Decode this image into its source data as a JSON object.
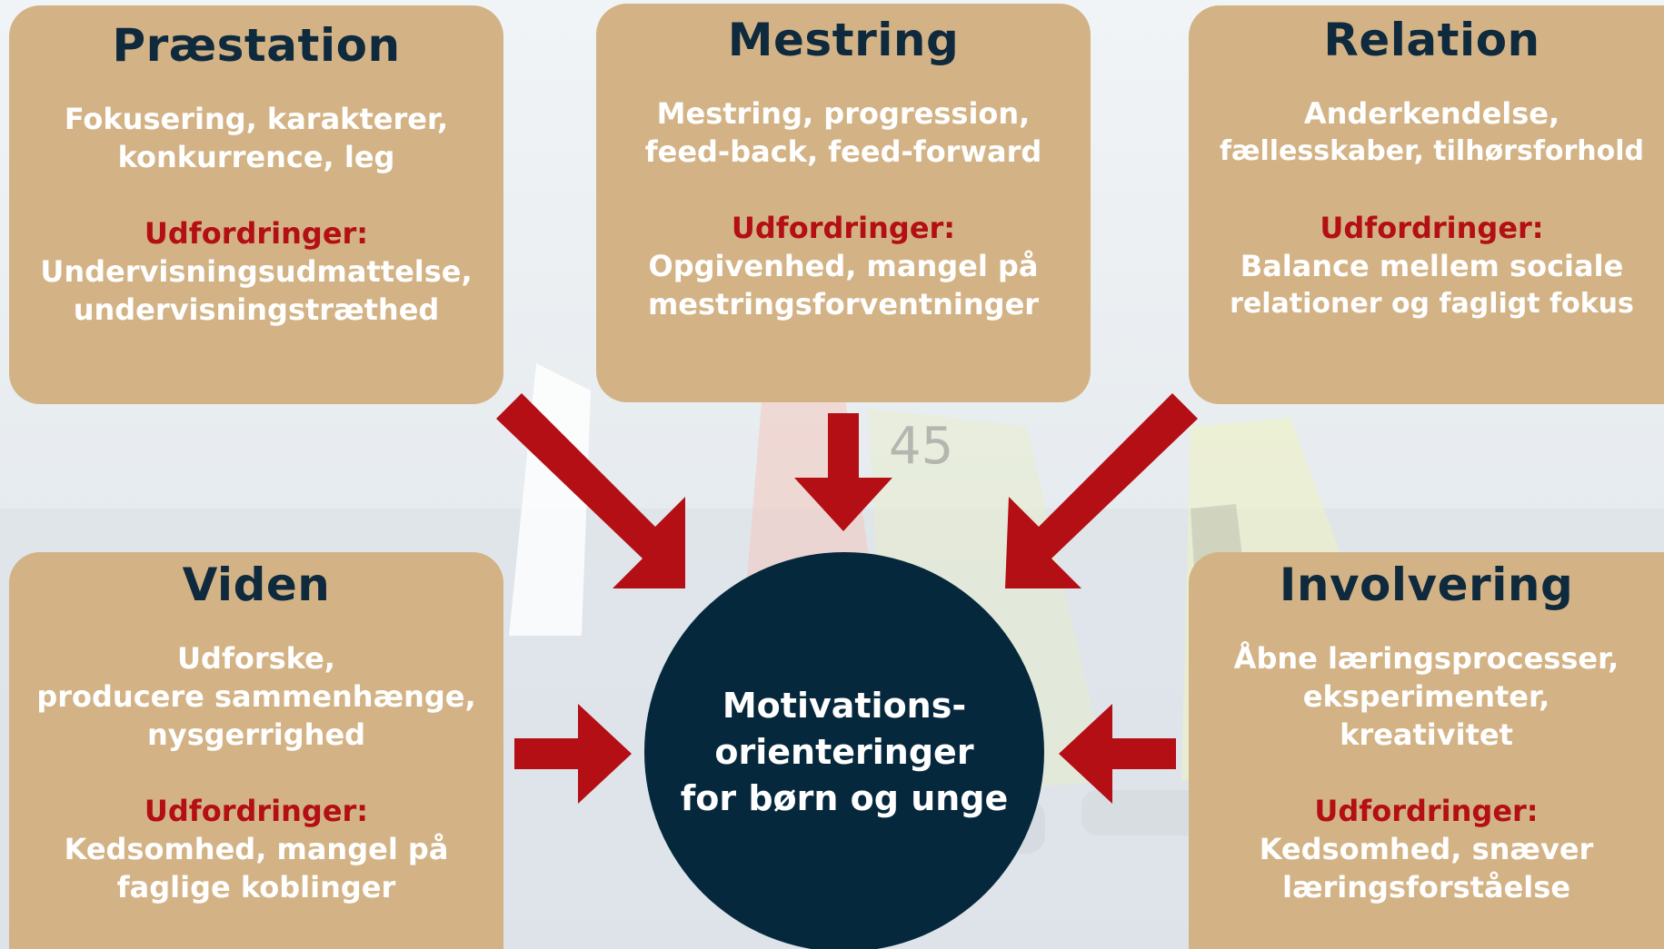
{
  "colors": {
    "card_bg": "#d3b386",
    "title": "#0f2a3d",
    "body_text": "#ffffff",
    "challenge": "#b30f14",
    "center_bg": "#06283d",
    "arrow": "#b30f14"
  },
  "cards": [
    {
      "title": "Præstation",
      "lines": [
        "Fokusering, karakterer,",
        "konkurrence, leg"
      ],
      "challenge_label": "Udfordringer:",
      "challenge_lines": [
        "Undervisningsudmattelse,",
        "undervisningstræthed"
      ]
    },
    {
      "title": "Mestring",
      "lines": [
        "Mestring, progression,",
        "feed-back, feed-forward"
      ],
      "challenge_label": "Udfordringer:",
      "challenge_lines": [
        "Opgivenhed, mangel på",
        "mestringsforventninger"
      ]
    },
    {
      "title": "Relation",
      "lines": [
        "Anderkendelse,",
        "fællesskaber, tilhørsforhold"
      ],
      "challenge_label": "Udfordringer:",
      "challenge_lines": [
        "Balance mellem sociale",
        "relationer og fagligt fokus"
      ]
    },
    {
      "title": "Viden",
      "lines": [
        "Udforske,",
        "producere sammenhænge,",
        "nysgerrighed"
      ],
      "challenge_label": "Udfordringer:",
      "challenge_lines": [
        "Kedsomhed, mangel på",
        "faglige koblinger"
      ]
    },
    {
      "title": "Involvering",
      "lines": [
        "Åbne læringsprocesser,",
        "eksperimenter,",
        "kreativitet"
      ],
      "challenge_label": "Udfordringer:",
      "challenge_lines": [
        "Kedsomhed, snæver",
        "læringsforståelse"
      ]
    }
  ],
  "center": {
    "lines": [
      "Motivations-",
      "orienteringer",
      "for børn og unge"
    ]
  },
  "background_sail_number": "45"
}
